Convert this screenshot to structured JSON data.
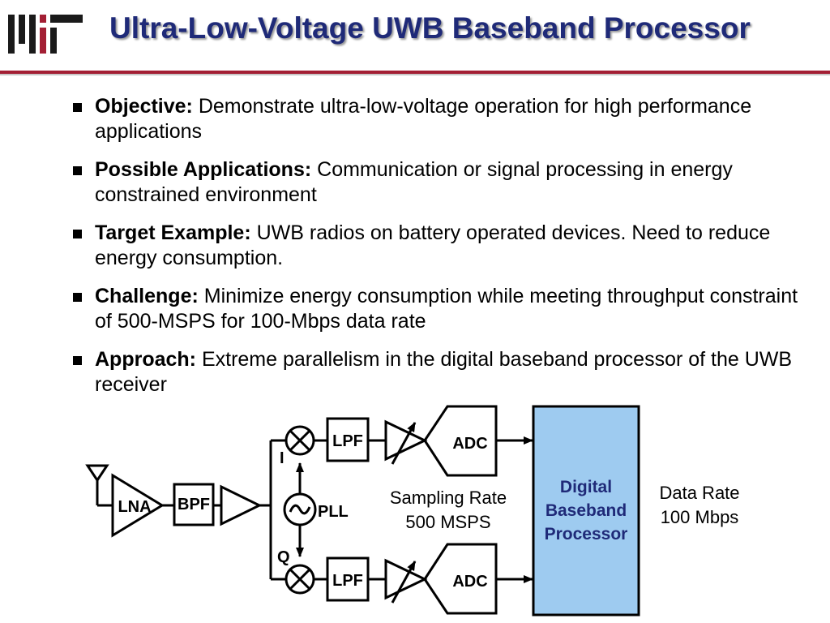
{
  "slide": {
    "title": "Ultra-Low-Voltage UWB Baseband Processor",
    "accent_color": "#a31f34",
    "title_color": "#1f2a78"
  },
  "bullets": [
    {
      "head": "Objective:",
      "text": " Demonstrate ultra-low-voltage operation for high performance applications"
    },
    {
      "head": "Possible Applications:",
      "text": " Communication or signal processing in energy constrained environment"
    },
    {
      "head": "Target Example:",
      "text": " UWB radios on battery operated devices. Need to reduce energy consumption."
    },
    {
      "head": "Challenge:",
      "text": " Minimize energy consumption while meeting throughput constraint of 500-MSPS for 100-Mbps data rate"
    },
    {
      "head": "Approach:",
      "text": " Extreme parallelism in the digital baseband processor of the UWB receiver"
    }
  ],
  "diagram": {
    "lna": "LNA",
    "bpf": "BPF",
    "lpf_i": "LPF",
    "lpf_q": "LPF",
    "adc_i": "ADC",
    "adc_q": "ADC",
    "pll": "PLL",
    "i_label": "I",
    "q_label": "Q",
    "sampling_line1": "Sampling Rate",
    "sampling_line2": "500 MSPS",
    "dbp_line1": "Digital",
    "dbp_line2": "Baseband",
    "dbp_line3": "Processor",
    "datarate_line1": "Data Rate",
    "datarate_line2": "100 Mbps",
    "dbp_fill": "#9ecbf0"
  }
}
